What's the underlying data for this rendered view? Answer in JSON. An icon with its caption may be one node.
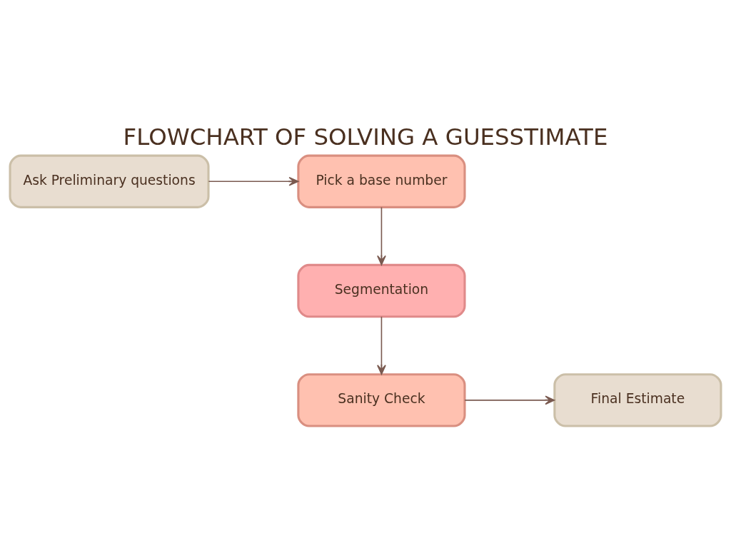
{
  "diagram": {
    "title": "FLOWCHART OF SOLVING A GUESSTIMATE",
    "nodes": [
      {
        "text": [
          "Ask Preliminary questions"
        ]
      },
      {
        "text": [
          "Pick a base number"
        ]
      },
      {
        "text": [
          "Segmentation"
        ]
      },
      {
        "text": [
          "Sanity Check"
        ]
      },
      {
        "text": [
          "Final Estimate"
        ]
      }
    ],
    "edges": [
      {
        "from": 0,
        "to": 1,
        "arrow": "to"
      },
      {
        "from": 1,
        "to": 2,
        "arrow": "to"
      },
      {
        "from": 2,
        "to": 3,
        "arrow": "to"
      },
      {
        "from": 3,
        "to": 4,
        "arrow": "to"
      }
    ]
  }
}
